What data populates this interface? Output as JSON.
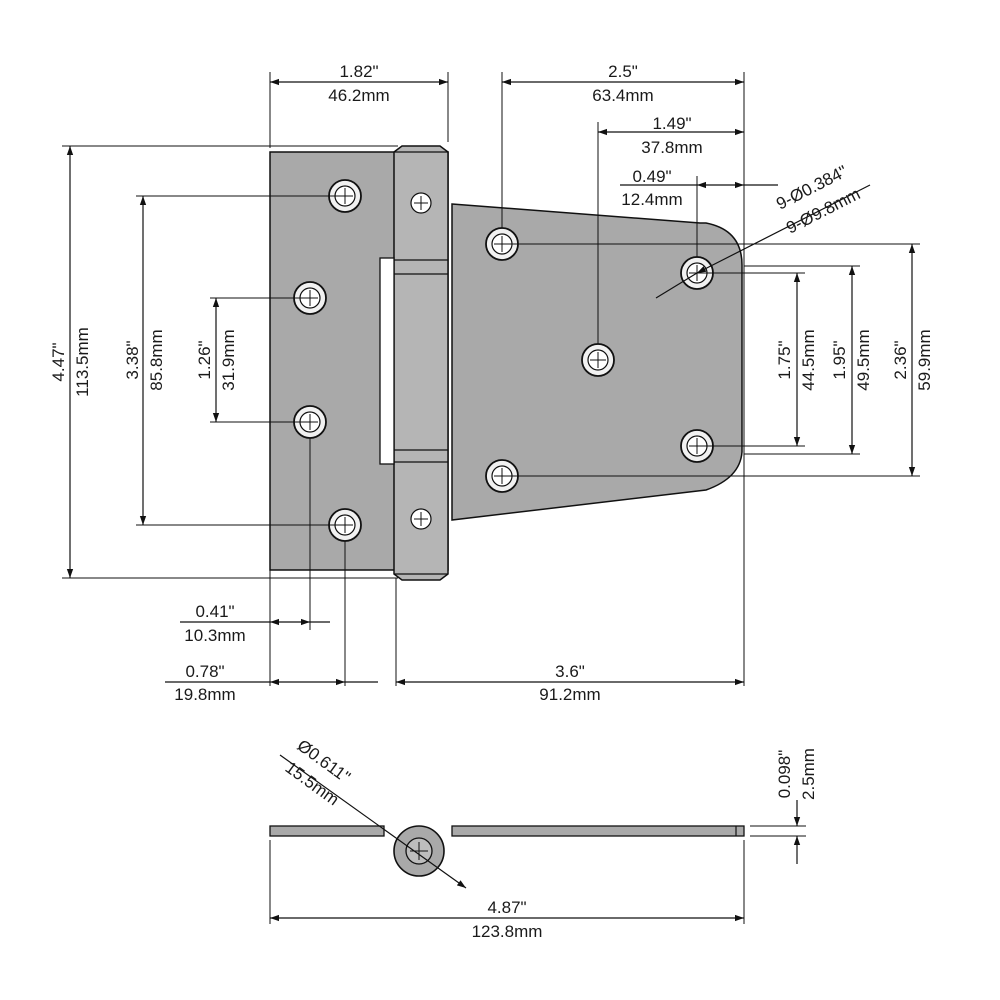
{
  "colors": {
    "plate": "#a9a9a9",
    "knuckle": "#b5b5b5",
    "line": "#111111",
    "background": "#ffffff"
  },
  "dims": {
    "width_left_leaf_in": "1.82\"",
    "width_left_leaf_mm": "46.2mm",
    "hole_span_top_in": "2.5\"",
    "hole_span_top_mm": "63.4mm",
    "center_hole_in": "1.49\"",
    "center_hole_mm": "37.8mm",
    "hole_offset_in": "0.49\"",
    "hole_offset_mm": "12.4mm",
    "hole_dia_in": "9-Ø0.384\"",
    "hole_dia_mm": "9-Ø9.8mm",
    "height_total_in": "4.47\"",
    "height_total_mm": "113.5mm",
    "left_outer_span_in": "3.38\"",
    "left_outer_span_mm": "85.8mm",
    "left_inner_span_in": "1.26\"",
    "left_inner_span_mm": "31.9mm",
    "right_span_a_in": "1.75\"",
    "right_span_a_mm": "44.5mm",
    "right_span_b_in": "1.95\"",
    "right_span_b_mm": "49.5mm",
    "right_span_c_in": "2.36\"",
    "right_span_c_mm": "59.9mm",
    "left_inner_offset_in": "0.41\"",
    "left_inner_offset_mm": "10.3mm",
    "left_outer_offset_in": "0.78\"",
    "left_outer_offset_mm": "19.8mm",
    "strap_length_in": "3.6\"",
    "strap_length_mm": "91.2mm",
    "knuckle_dia_in": "Ø0.611\"",
    "knuckle_dia_mm": "15.5mm",
    "thickness_in": "0.098\"",
    "thickness_mm": "2.5mm",
    "total_length_in": "4.87\"",
    "total_length_mm": "123.8mm"
  }
}
